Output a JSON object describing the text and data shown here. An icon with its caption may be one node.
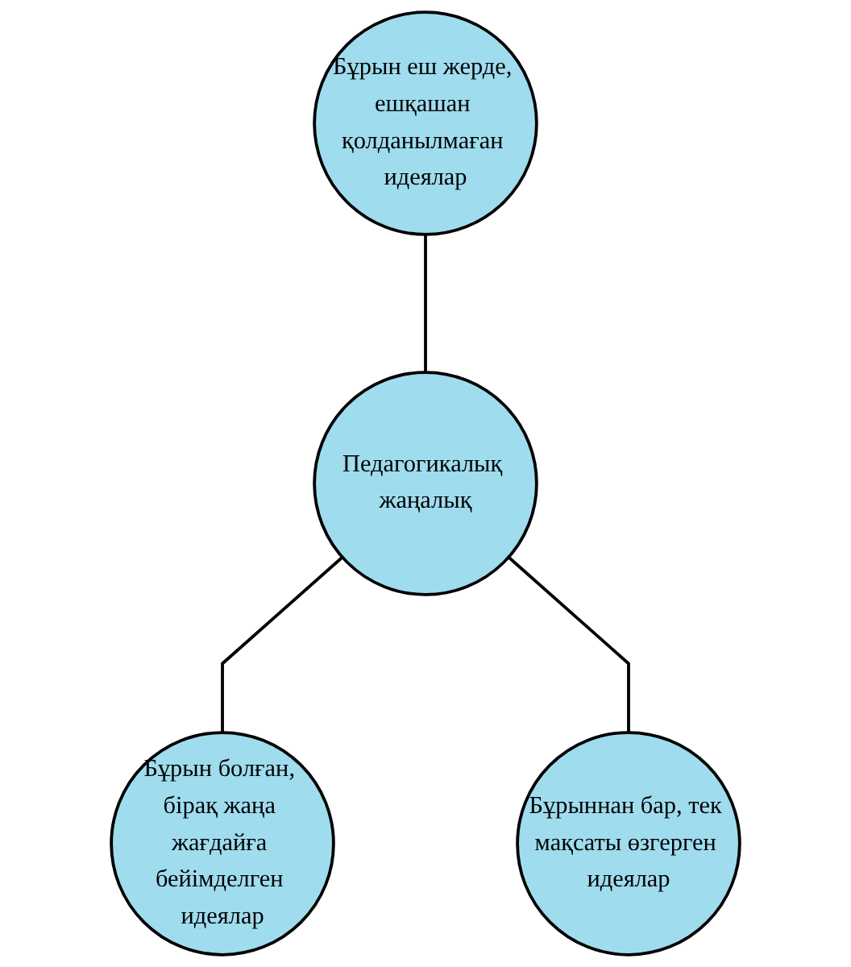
{
  "diagram": {
    "nodes": [
      {
        "text": [
          "Бұрын еш жерде, ешқашан қолданылмаған идеялар"
        ]
      },
      {
        "text": [
          "Педагогикалық жаңалық"
        ]
      },
      {
        "text": [
          "Бұрын болған, бірақ жаңа жағдайға бейімделген идеялар"
        ]
      },
      {
        "text": [
          "Бұрыннан бар, тек мақсаты өзгерген идеялар"
        ]
      }
    ],
    "edges": [
      {
        "from": 0,
        "to": 1,
        "arrow": "none"
      },
      {
        "from": 1,
        "to": 2,
        "arrow": "none"
      },
      {
        "from": 1,
        "to": 3,
        "arrow": "none"
      }
    ]
  }
}
